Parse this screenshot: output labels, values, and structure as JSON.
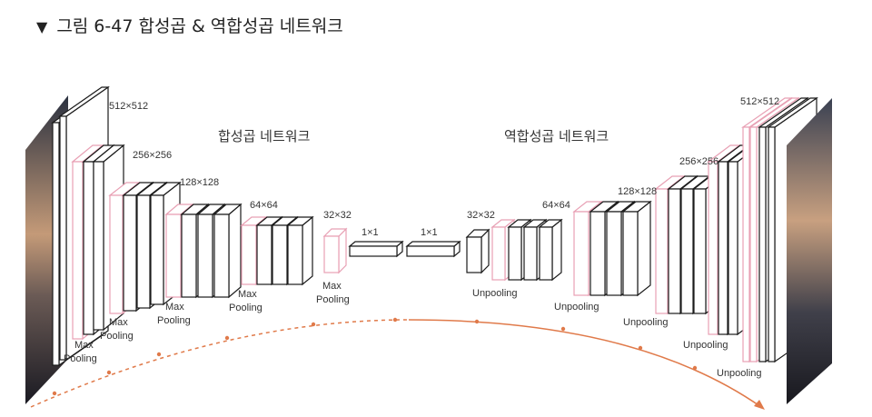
{
  "caption": {
    "marker": "▼",
    "text": "그림 6-47 합성곱 & 역합성곱 네트워크"
  },
  "diagram": {
    "encoder_title": "합성곱 네트워크",
    "decoder_title": "역합성곱 네트워크",
    "colors": {
      "conv_layer": "#1a1a1a",
      "pool_layer": "#e8a0b4",
      "arrow": "#e07a4a"
    },
    "images": {
      "input": "input-photo",
      "output": "output-segmentation"
    },
    "encoder_sizes": [
      "512×512",
      "256×256",
      "128×128",
      "64×64",
      "32×32",
      "1×1"
    ],
    "decoder_sizes": [
      "1×1",
      "32×32",
      "64×64",
      "128×128",
      "256×256",
      "512×512"
    ],
    "pool_label_top": "Max",
    "pool_label_bottom": "Pooling",
    "unpool_label": "Unpooling"
  }
}
